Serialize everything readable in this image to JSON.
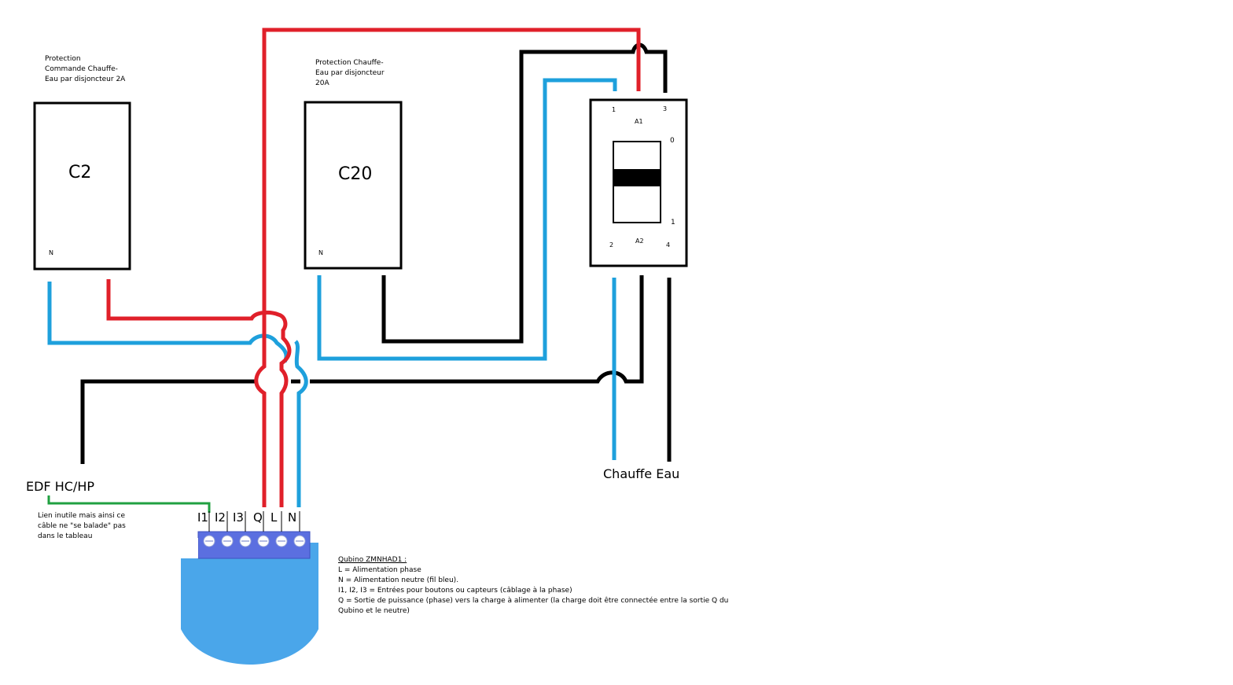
{
  "colors": {
    "phase": "#e0202a",
    "neutral": "#1ea0dc",
    "black": "#000000",
    "green": "#20a040",
    "module_body": "#4aa6ea",
    "module_terminal": "#5b6fe0"
  },
  "breaker_c2": {
    "label": "C2",
    "n_label": "N",
    "description": [
      "Protection",
      "Commande Chauffe-",
      "Eau par disjoncteur 2A"
    ]
  },
  "breaker_c20": {
    "label": "C20",
    "n_label": "N",
    "description": [
      "Protection Chauffe-",
      "Eau par disjoncteur",
      "20A"
    ]
  },
  "contactor": {
    "pin1": "1",
    "pin3": "3",
    "a1": "A1",
    "pos0": "0",
    "pos1": "1",
    "pin2": "2",
    "a2": "A2",
    "pin4": "4"
  },
  "edf_label": "EDF HC/HP",
  "chauffe_eau_label": "Chauffe Eau",
  "link_note": [
    "Lien inutile mais ainsi ce",
    "câble ne \"se balade\" pas",
    "dans le tableau"
  ],
  "module_terminals": [
    "I1",
    "I2",
    "I3",
    "Q",
    "L",
    "N"
  ],
  "legend": {
    "title": "Qubino ZMNHAD1 :",
    "lines": [
      "L = Alimentation phase",
      "N = Alimentation neutre (fil bleu).",
      "I1, I2, I3 = Entrées pour boutons ou capteurs (câblage à la phase)",
      "Q = Sortie de puissance (phase) vers la charge à alimenter (la charge doit être connectée entre la sortie Q du",
      "Qubino et le neutre)"
    ]
  }
}
